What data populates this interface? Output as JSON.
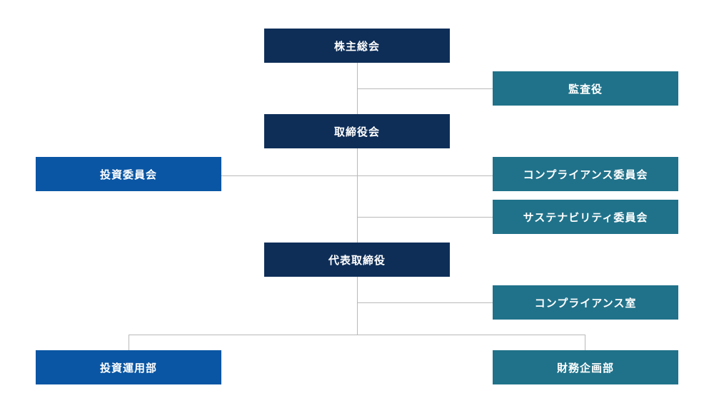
{
  "org_chart": {
    "shareholders_meeting": "株主総会",
    "auditor": "監査役",
    "board_of_directors": "取締役会",
    "investment_committee": "投資委員会",
    "compliance_committee": "コンプライアンス委員会",
    "sustainability_committee": "サステナビリティ委員会",
    "representative_director": "代表取締役",
    "compliance_office": "コンプライアンス室",
    "investment_management_dept": "投資運用部",
    "financial_planning_dept": "財務企画部"
  },
  "colors": {
    "navy": "#0e2e58",
    "blue": "#0a56a4",
    "teal": "#20728a",
    "connector": "#b9b9b9"
  }
}
